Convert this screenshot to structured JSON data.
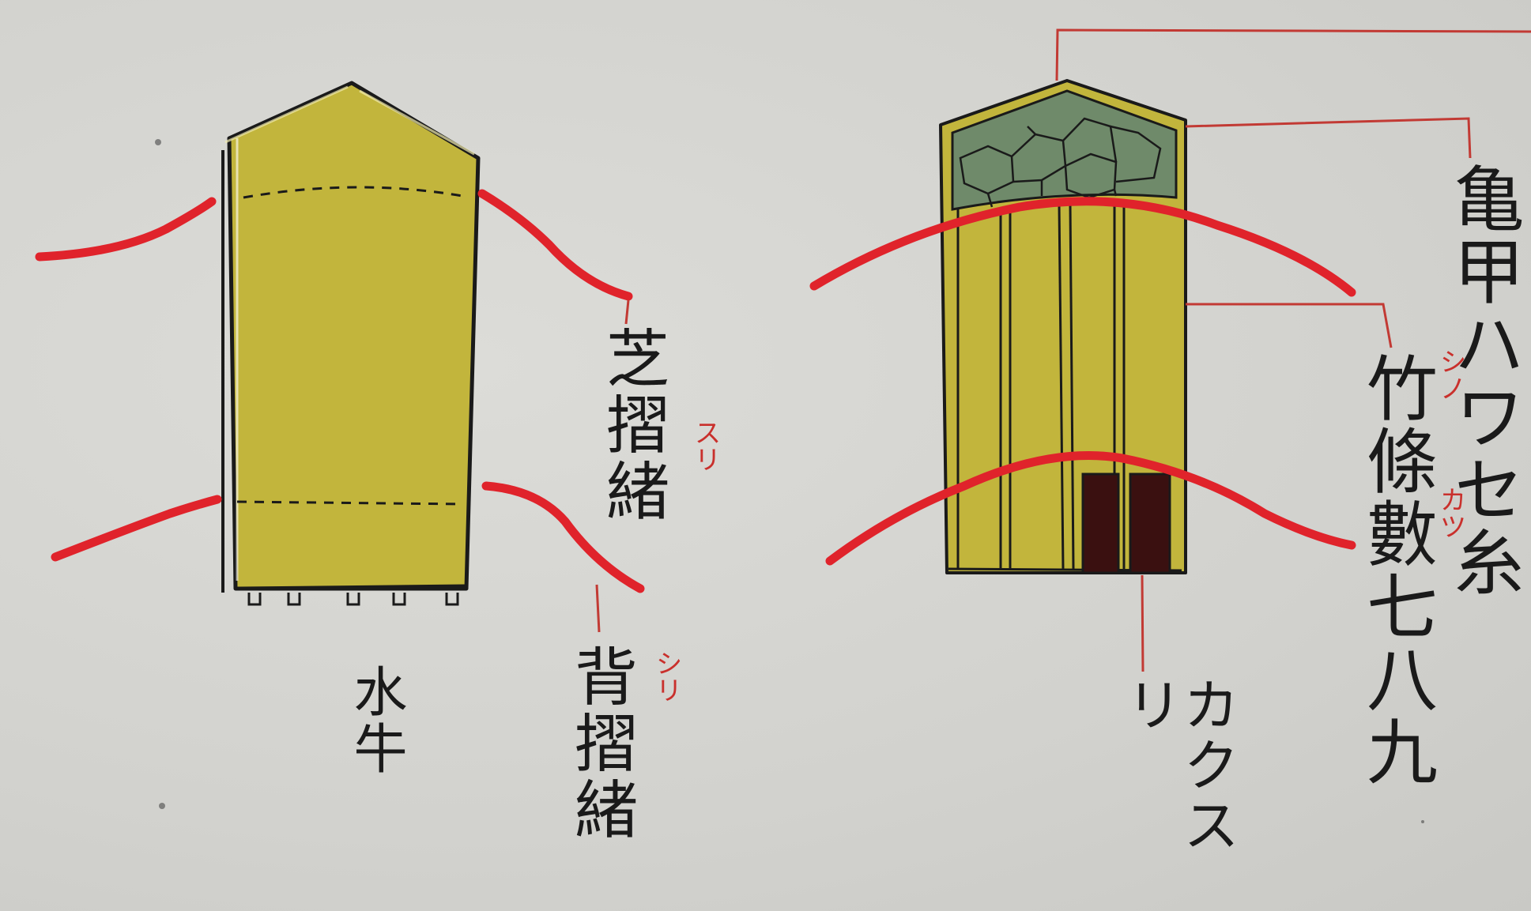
{
  "colors": {
    "paper": "#d6d6d2",
    "ochre": "#c2b53c",
    "cord_red": "#e0232b",
    "line_red": "#c23a34",
    "shell_green": "#6f8a6a",
    "ink": "#1a1a1a",
    "dark_red_brown": "#3a1010"
  },
  "left_figure": {
    "label_front": "芝摺緒",
    "ruby_front": "スリ",
    "label_back": "背摺緒",
    "ruby_back": "シリ",
    "label_bottom": "水牛"
  },
  "right_figure": {
    "label_shell": "亀甲ハワセ糸",
    "label_strips": "竹條數七八九",
    "ruby_strips_1": "シノ",
    "ruby_strips_2": "カツ",
    "label_bottom": "カクスリ"
  }
}
